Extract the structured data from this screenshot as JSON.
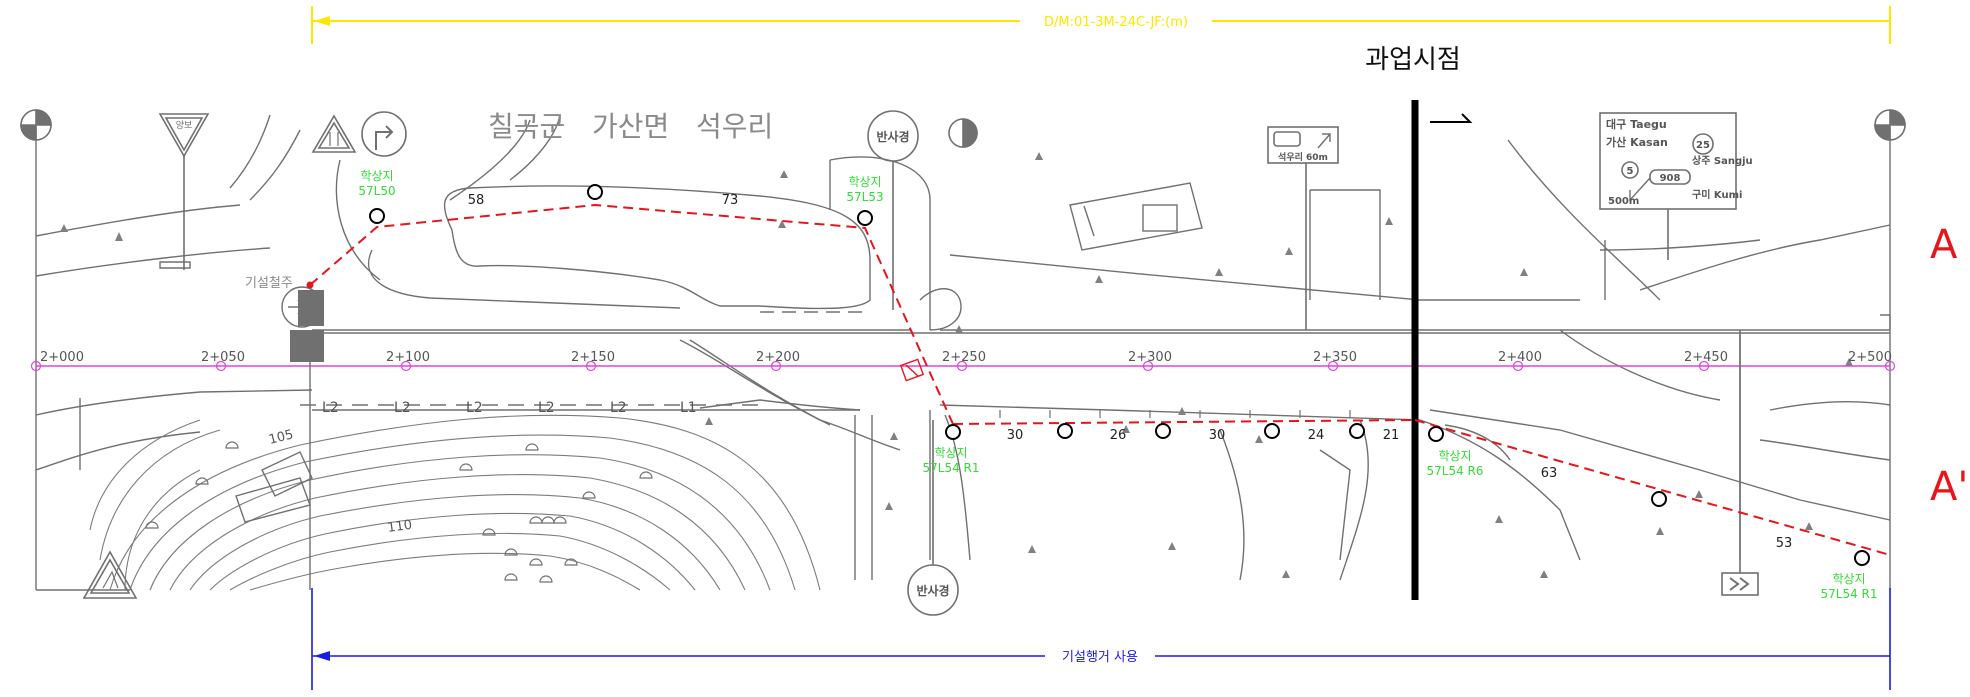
{
  "title": {
    "location": "칠곡군   가산면   석우리",
    "start_point": "과업시점"
  },
  "top_dimension": {
    "label": "D/M:01-3M-24C-JF:(m)"
  },
  "bottom_dimension": {
    "label": "기설행거 사용"
  },
  "section_markers": {
    "a": "A",
    "a_prime": "A'"
  },
  "stations": [
    "2+000",
    "2+050",
    "2+100",
    "2+150",
    "2+200",
    "2+250",
    "2+300",
    "2+350",
    "2+400",
    "2+450",
    "2+500"
  ],
  "cable_labels": {
    "label_l50": "학상지\n57L50",
    "label_l53": "학상지\n57L53",
    "label_l54r1_mid": "학상지\n57L54 R1",
    "label_l54r6": "학상지\n57L54 R6",
    "label_l54r1_end": "학상지\n57L54 R1",
    "existing_duct": "기설철주"
  },
  "span_labels": [
    "58",
    "73",
    "30",
    "26",
    "30",
    "24",
    "21",
    "63",
    "53"
  ],
  "contours": [
    "105",
    "110"
  ],
  "lane_marks": [
    "L2",
    "L2",
    "L2",
    "L2",
    "L2",
    "L1"
  ],
  "sign_texts": {
    "mirror_top": "반사경",
    "mirror_bottom": "반사경",
    "yield": "양보",
    "bus_sign": "석우리 60m",
    "guide_daegu": "대구 Taegu",
    "guide_gasan": "가산 Kasan",
    "guide_sangju": "상주 Sangju",
    "guide_gumi": "구미 Kumi",
    "guide_route5": "5",
    "guide_route908": "908",
    "guide_route25": "25",
    "guide_dist": "500m"
  },
  "colors": {
    "plan_lines": "#707070",
    "cable_route": "#e8141b",
    "station_line": "#e040e0",
    "cable_label": "#33dd33",
    "top_dimension": "#ffe600",
    "bottom_dimension": "#1a1ae6",
    "section_marker": "#e8141b"
  }
}
